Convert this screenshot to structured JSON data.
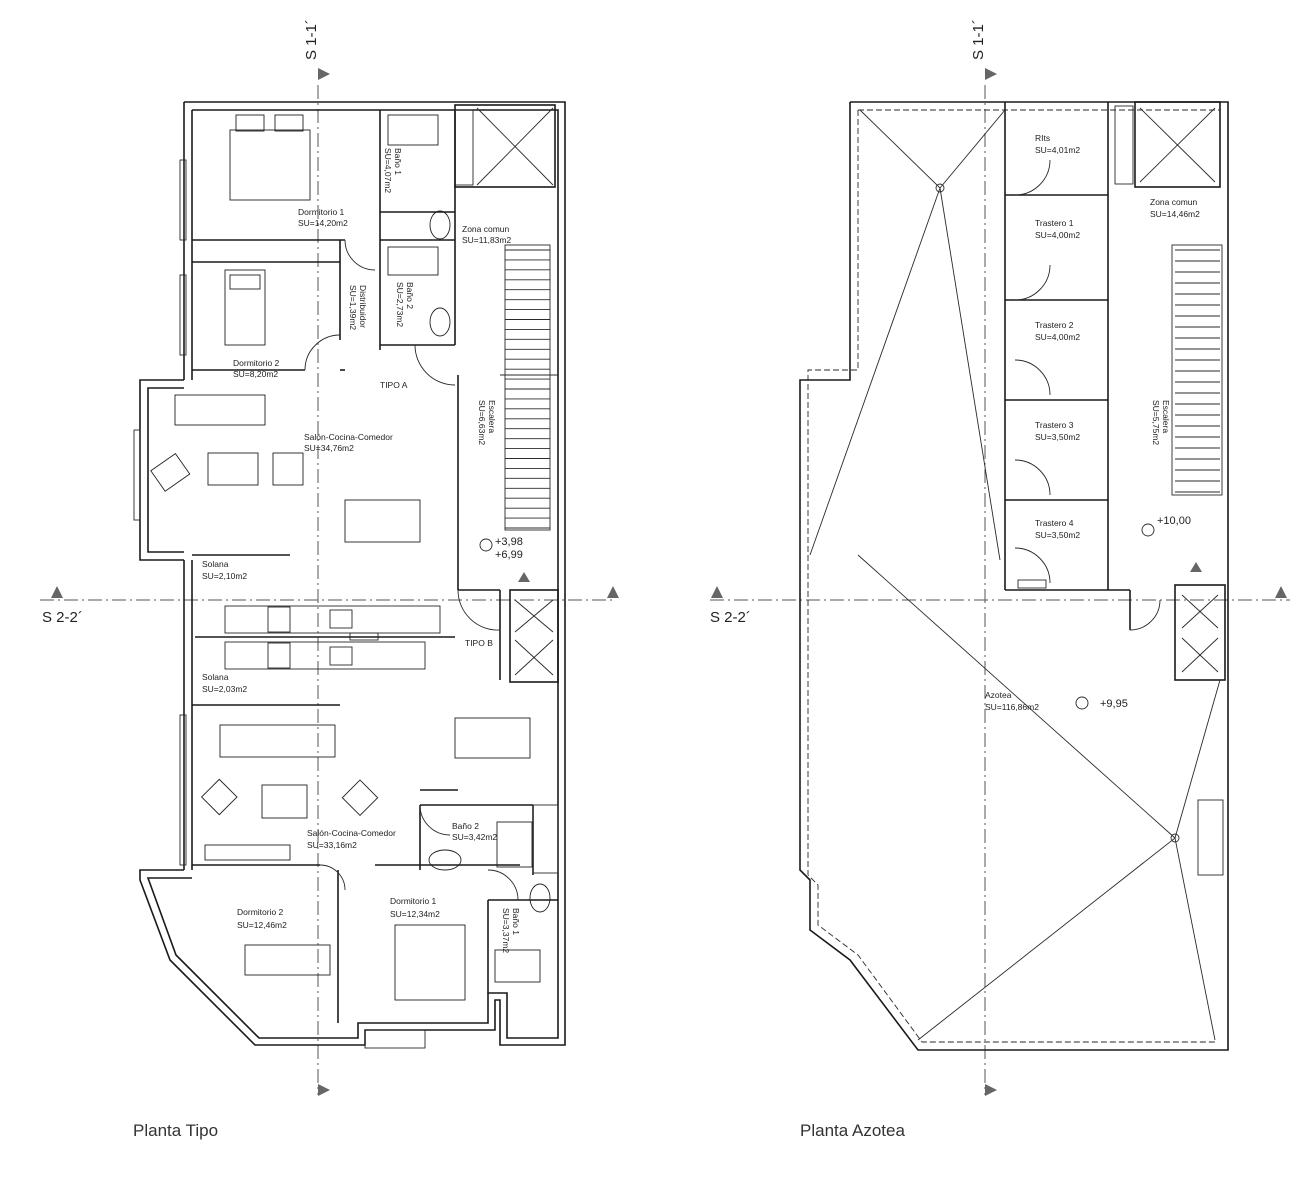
{
  "sections": {
    "s11_left": "S 1-1´",
    "s11_right": "S 1-1´",
    "s22_left": "S 2-2´",
    "s22_right": "S 2-2´"
  },
  "titles": {
    "planta_tipo": "Planta Tipo",
    "planta_azotea": "Planta Azotea"
  },
  "tipo": {
    "tipo_a": "TIPO A",
    "tipo_b": "TIPO B",
    "rooms": {
      "dorm1_a": {
        "name": "Dormitorio 1",
        "area": "SU=14,20m2"
      },
      "dorm2_a": {
        "name": "Dormitorio 2",
        "area": "SU=8,20m2"
      },
      "bano1_a": {
        "name": "Baño 1",
        "area": "SU=4,07m2"
      },
      "bano2_a": {
        "name": "Baño 2",
        "area": "SU=2,73m2"
      },
      "distrib": {
        "name": "Distribuidor",
        "area": "SU=1,39m2"
      },
      "zona_comun": {
        "name": "Zona comun",
        "area": "SU=11,83m2"
      },
      "escalera": {
        "name": "Escalera",
        "area": "SU=6,63m2"
      },
      "salon_a": {
        "name": "Salón-Cocina-Comedor",
        "area": "SU=34,76m2"
      },
      "solana_a": {
        "name": "Solana",
        "area": "SU=2,10m2"
      },
      "solana_b": {
        "name": "Solana",
        "area": "SU=2,03m2"
      },
      "salon_b": {
        "name": "Salón-Cocina-Comedor",
        "area": "SU=33,16m2"
      },
      "bano2_b": {
        "name": "Baño 2",
        "area": "SU=3,42m2"
      },
      "dorm2_b": {
        "name": "Dormitorio 2",
        "area": "SU=12,46m2"
      },
      "dorm1_b": {
        "name": "Dormitorio 1",
        "area": "SU=12,34m2"
      },
      "bano1_b": {
        "name": "Baño 1",
        "area": "SU=3,37m2"
      }
    },
    "levels": {
      "l1": "+3,98",
      "l2": "+6,99"
    }
  },
  "azotea": {
    "rooms": {
      "rits": {
        "name": "RIts",
        "area": "SU=4,01m2"
      },
      "trastero1": {
        "name": "Trastero 1",
        "area": "SU=4,00m2"
      },
      "trastero2": {
        "name": "Trastero 2",
        "area": "SU=4,00m2"
      },
      "trastero3": {
        "name": "Trastero 3",
        "area": "SU=3,50m2"
      },
      "trastero4": {
        "name": "Trastero 4",
        "area": "SU=3,50m2"
      },
      "zona_comun": {
        "name": "Zona comun",
        "area": "SU=14,46m2"
      },
      "escalera": {
        "name": "Escalera",
        "area": "SU=5,75m2"
      },
      "azotea": {
        "name": "Azotea",
        "area": "SU=116,86m2"
      }
    },
    "levels": {
      "l1": "+10,00",
      "l2": "+9,95"
    }
  }
}
